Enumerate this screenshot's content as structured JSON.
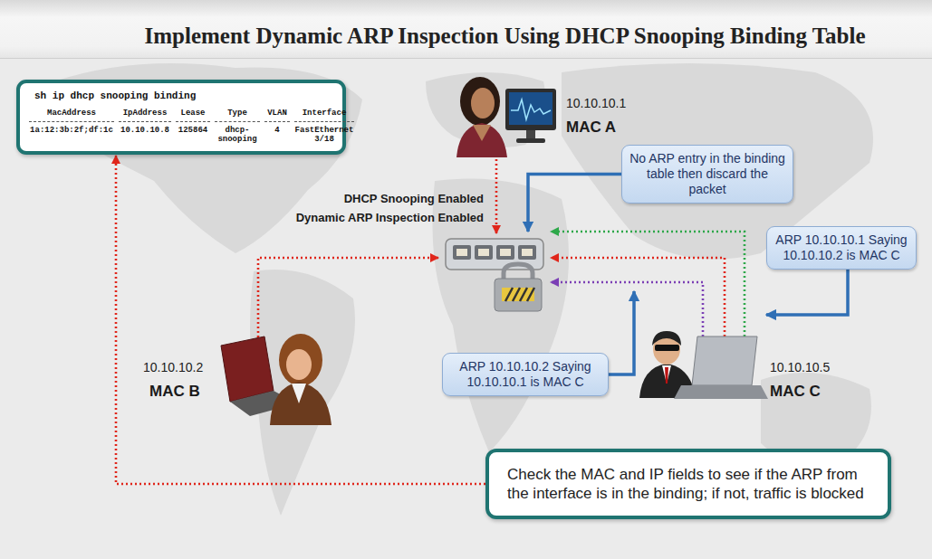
{
  "diagram": {
    "title": "Implement Dynamic ARP Inspection Using DHCP Snooping Binding Table",
    "nodes": [
      {
        "text": [
          "sh ip dhcp snooping binding",
          "MacAddress",
          "IpAddress",
          "Lease",
          "Type",
          "VLAN",
          "Interface",
          "1a:12:3b:2f;df:1c",
          "10.10.10.8",
          "125864",
          "dhcp-snooping",
          "4",
          "FastEthernet 3/18"
        ]
      },
      {
        "text": [
          "No ARP entry in the binding table then discard the packet"
        ]
      },
      {
        "text": [
          "ARP 10.10.10.1 Saying 10.10.10.2 is MAC C"
        ]
      },
      {
        "text": [
          "ARP 10.10.10.2 Saying 10.10.10.1 is MAC C"
        ]
      },
      {
        "text": [
          "Check the MAC and IP fields to see if the ARP from the interface is in the binding; if not, traffic is blocked"
        ]
      }
    ],
    "edges": [
      {
        "from": 4,
        "to": 0,
        "arrow": "to"
      }
    ],
    "labels": [
      "10.10.10.1",
      "MAC A",
      "DHCP Snooping Enabled",
      "Dynamic ARP Inspection Enabled",
      "10.10.10.2",
      "MAC B",
      "10.10.10.5",
      "MAC C"
    ]
  }
}
